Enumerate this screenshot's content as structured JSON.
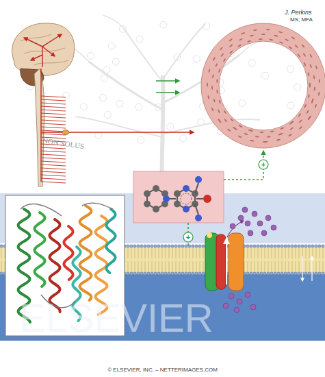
{
  "diagram": {
    "caption": "© ELSEVIER, INC. – NETTERIMAGES.COM",
    "labels": [
      "J. Perkins",
      "MS, MFA",
      "NON SOLUS",
      "ELSEVIER",
      "+",
      "+"
    ]
  }
}
